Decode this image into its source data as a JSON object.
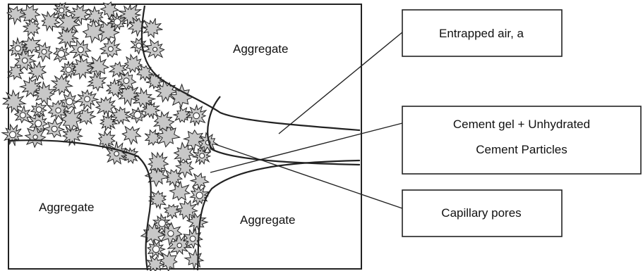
{
  "labels": {
    "aggregate_top": "Aggregate",
    "aggregate_left": "Aggregate",
    "aggregate_bottom": "Aggregate"
  },
  "callouts": {
    "entrapped_air": "Entrapped air, a",
    "cement_gel_line1": "Cement gel + Unhydrated",
    "cement_gel_line2": "Cement Particles",
    "capillary_pores": "Capillary pores"
  },
  "colors": {
    "particle_fill": "#c8c8c8",
    "stroke": "#222222"
  }
}
